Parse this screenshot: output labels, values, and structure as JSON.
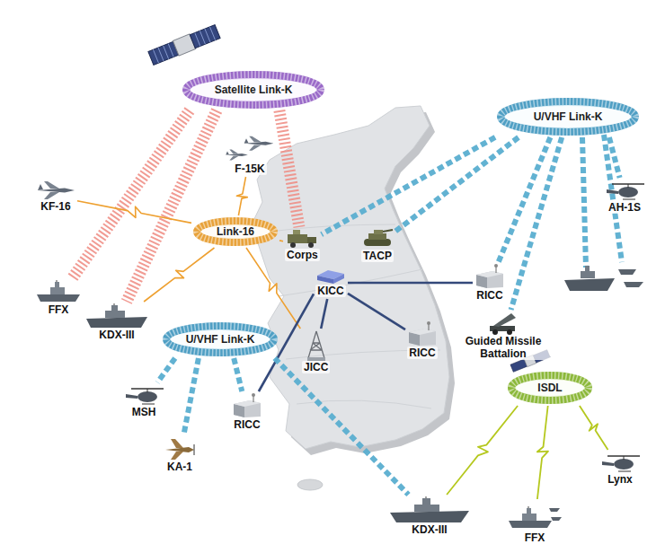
{
  "diagram": {
    "nodes": [
      {
        "text": [
          "Satellite Link-K"
        ]
      },
      {
        "text": [
          "U/VHF Link-K"
        ]
      },
      {
        "text": [
          "F-15K"
        ]
      },
      {
        "text": [
          "KF-16"
        ]
      },
      {
        "text": [
          "AH-1S"
        ]
      },
      {
        "text": [
          "Link-16"
        ]
      },
      {
        "text": [
          "Corps"
        ]
      },
      {
        "text": [
          "TACP"
        ]
      },
      {
        "text": [
          "KICC"
        ]
      },
      {
        "text": [
          "RICC"
        ]
      },
      {
        "text": [
          "FFX"
        ]
      },
      {
        "text": [
          "KDX-III"
        ]
      },
      {
        "text": [
          "Guided Missile Battalion"
        ]
      },
      {
        "text": [
          "U/VHF Link-K"
        ]
      },
      {
        "text": [
          "JICC"
        ]
      },
      {
        "text": [
          "RICC"
        ]
      },
      {
        "text": [
          "ISDL"
        ]
      },
      {
        "text": [
          "MSH"
        ]
      },
      {
        "text": [
          "RICC"
        ]
      },
      {
        "text": [
          "KA-1"
        ]
      },
      {
        "text": [
          "Lynx"
        ]
      },
      {
        "text": [
          "KDX-III"
        ]
      },
      {
        "text": [
          "FFX"
        ]
      }
    ],
    "edges": [
      {
        "from": 0,
        "to": 10,
        "arrow": "none"
      },
      {
        "from": 0,
        "to": 11,
        "arrow": "none"
      },
      {
        "from": 0,
        "to": 6,
        "arrow": "none"
      },
      {
        "from": 5,
        "to": 3,
        "arrow": "none"
      },
      {
        "from": 5,
        "to": 2,
        "arrow": "none"
      },
      {
        "from": 5,
        "to": 11,
        "arrow": "none"
      },
      {
        "from": 5,
        "to": 6,
        "arrow": "none"
      },
      {
        "from": 5,
        "to": 14,
        "arrow": "none"
      },
      {
        "from": 1,
        "to": 6,
        "arrow": "none"
      },
      {
        "from": 1,
        "to": 7,
        "arrow": "none"
      },
      {
        "from": 1,
        "to": 9,
        "arrow": "none"
      },
      {
        "from": 1,
        "to": 12,
        "arrow": "none"
      },
      {
        "from": 1,
        "to": 4,
        "arrow": "none"
      },
      {
        "from": 8,
        "to": 9,
        "arrow": "none"
      },
      {
        "from": 8,
        "to": 14,
        "arrow": "none"
      },
      {
        "from": 8,
        "to": 15,
        "arrow": "none"
      },
      {
        "from": 8,
        "to": 18,
        "arrow": "none"
      },
      {
        "from": 13,
        "to": 17,
        "arrow": "none"
      },
      {
        "from": 13,
        "to": 19,
        "arrow": "none"
      },
      {
        "from": 13,
        "to": 18,
        "arrow": "none"
      },
      {
        "from": 13,
        "to": 21,
        "arrow": "none"
      },
      {
        "from": 16,
        "to": 21,
        "arrow": "none"
      },
      {
        "from": 16,
        "to": 22,
        "arrow": "none"
      },
      {
        "from": 16,
        "to": 20,
        "arrow": "none"
      }
    ]
  }
}
